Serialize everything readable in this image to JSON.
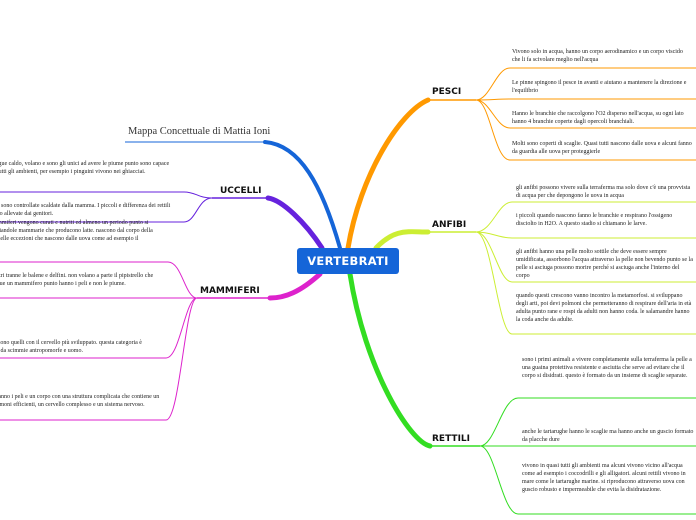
{
  "center": {
    "label": "VERTEBRATI"
  },
  "title": "Mappa Concettuale di Mattia Ioni",
  "colors": {
    "pesci": "#ff9900",
    "anfibi": "#ccee33",
    "rettili": "#33dd22",
    "mammiferi": "#dd22cc",
    "uccelli": "#6622dd",
    "title": "#1565d8",
    "center_bg": "#1565d8"
  },
  "branches": {
    "pesci": {
      "label": "PESCI",
      "notes": [
        "Vivono solo in acqua, hanno un corpo aerodinamico e un corpo viscido che li fa scivolare meglio nell'acqua",
        "Le pinne spingono il pesce in avanti e aiutano a mantenere la direzione e l'equilibrio",
        "Hanno le branchie che raccolgono l'O2 disperso nell'acqua, su ogni lato hanno 4 branchie coperte dagli opercoli branchiali.",
        "Molti sono coperti di scaglie. Quasi tutti nascono dalle uova e alcuni fanno da guardia alle uova per proteggierle"
      ]
    },
    "anfibi": {
      "label": "ANFIBI",
      "notes": [
        "gli anfibi possono vivere sulla terraferma ma solo dove c'è una provvista di acqua per che depongono le uova in acqua",
        "i piccoli quando nascono fanno le branchie e respirano l'ossigeno disciolto in H2O. A questo stadio si chiamano le larve.",
        "gli anfibi hanno una pelle molto sottile che deve essere sempre umidificata, assorbono l'acqua attraverso la pelle non bevendo punto se la pelle si asciuga possono morire perché si asciuga anche l'interno del corpo",
        "quando questi crescono vanno incontro la metamorfosi. si sviluppano degli arti, poi devi polmoni che permetteranno di respirare dell'aria in età adulta punto rane e rospi da adulti non hanno coda. le salamandre hanno la coda anche da adulte."
      ]
    },
    "rettili": {
      "label": "RETTILI",
      "notes": [
        "sono i primi animali a vivere completamente sulla terraferma la pelle a una guaina protettiva resistente e asciutta che serve ad evitare che il corpo si disidrati. questo è formato da un insieme di scaglie separate.",
        "anche le tartarughe hanno le scaglie ma hanno anche un guscio formato da placche dure",
        "vivono in quasi tutti gli ambienti ma alcuni vivono vicino all'acqua come ad esempio i coccodrilli e gli alligatori. alcuni rettili vivono in mare come le tartarughe marine. si riproducono attraverso uova con guscio robusto e impermeabile che evita la disidratazione."
      ]
    },
    "uccelli": {
      "label": "UCCELLI",
      "notes": [
        "sono animali a sangue caldo, volano e sono gli unici ad avere le piume punto sono capace di vivere in quasi tutti gli ambienti, per esempio i pinguini vivono nei ghiacciai.",
        "le uova sono controllate scaldate dalla mamma. I piccoli e differenza dei rettili vengono allevate dai genitori."
      ]
    },
    "mammiferi": {
      "label": "MAMMIFERI",
      "notes": [
        "i piccoli dei mammiferi vengono curati e nutriti ed almeno un periodo punto si nutrono dalle ghiandole mammarie che producono latte. nascono dal corpo della mamma tranne delle eccezioni che nascono dalle uova come ad esempio il ornitorinco.",
        "sono tipologia terrestri tranne le balene e delfini. non volano a parte il pipistrello che però rimane comunque un mammifero punto hanno i peli e non le piume.",
        "i primati sono quelli con il cervello più sviluppato. questa categoria è composta da scimmie antropomorfe e uomo.",
        "i mammiferi hanno i peli e un corpo con una struttura complicata che contiene un cuore e dei polmoni efficienti, un cervello complesso e un sistema nervoso."
      ]
    }
  }
}
